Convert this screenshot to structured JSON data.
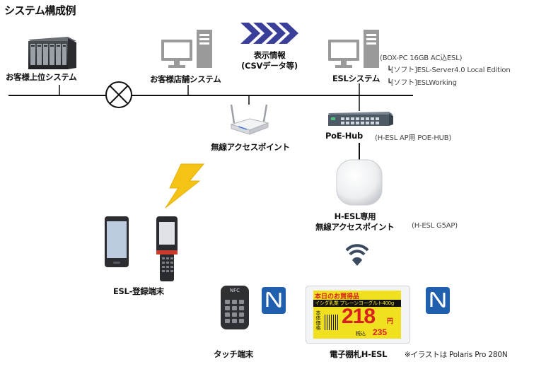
{
  "title": "システム構成例",
  "upper_system": {
    "label": "お客様上位システム"
  },
  "store_system": {
    "label": "お客様店舗システム"
  },
  "display_info": {
    "line1": "表示情報",
    "line2": "(CSVデータ等)"
  },
  "esl_system": {
    "label": "ESLシステム",
    "spec": "(BOX-PC 16GB AC込ESL)",
    "software1": "┗[ソフト]ESL-Server4.0 Local Edition",
    "software2": "┗[ソフト]ESLWorking"
  },
  "wireless_ap": {
    "label": "無線アクセスポイント"
  },
  "poe_hub": {
    "label": "PoE-Hub",
    "note": "(H-ESL AP用 POE-HUB)"
  },
  "hesl_ap": {
    "line1": "H-ESL専用",
    "line2": "無線アクセスポイント",
    "note": "(H-ESL G5AP)"
  },
  "registration_terminal": {
    "label": "ESL-登録端末"
  },
  "touch_terminal": {
    "label": "タッチ端末",
    "keypad_text": "NFC"
  },
  "esl_tag": {
    "label": "電子棚札H-ESL",
    "note": "※イラストは Polaris Pro 280N",
    "header": "本日のお買得品",
    "product": "イシダ乳業 プレーンヨーグルト400g",
    "side_label": "本体価格",
    "price": "218",
    "unit": "円",
    "tax_label": "税込",
    "tax_price": "235"
  },
  "colors": {
    "arrow": "#3a3f9a",
    "bolt": "#f3c316",
    "nfc": "#1f5fae",
    "tag_price": "#d82020",
    "tag_header": "#f0e020"
  }
}
